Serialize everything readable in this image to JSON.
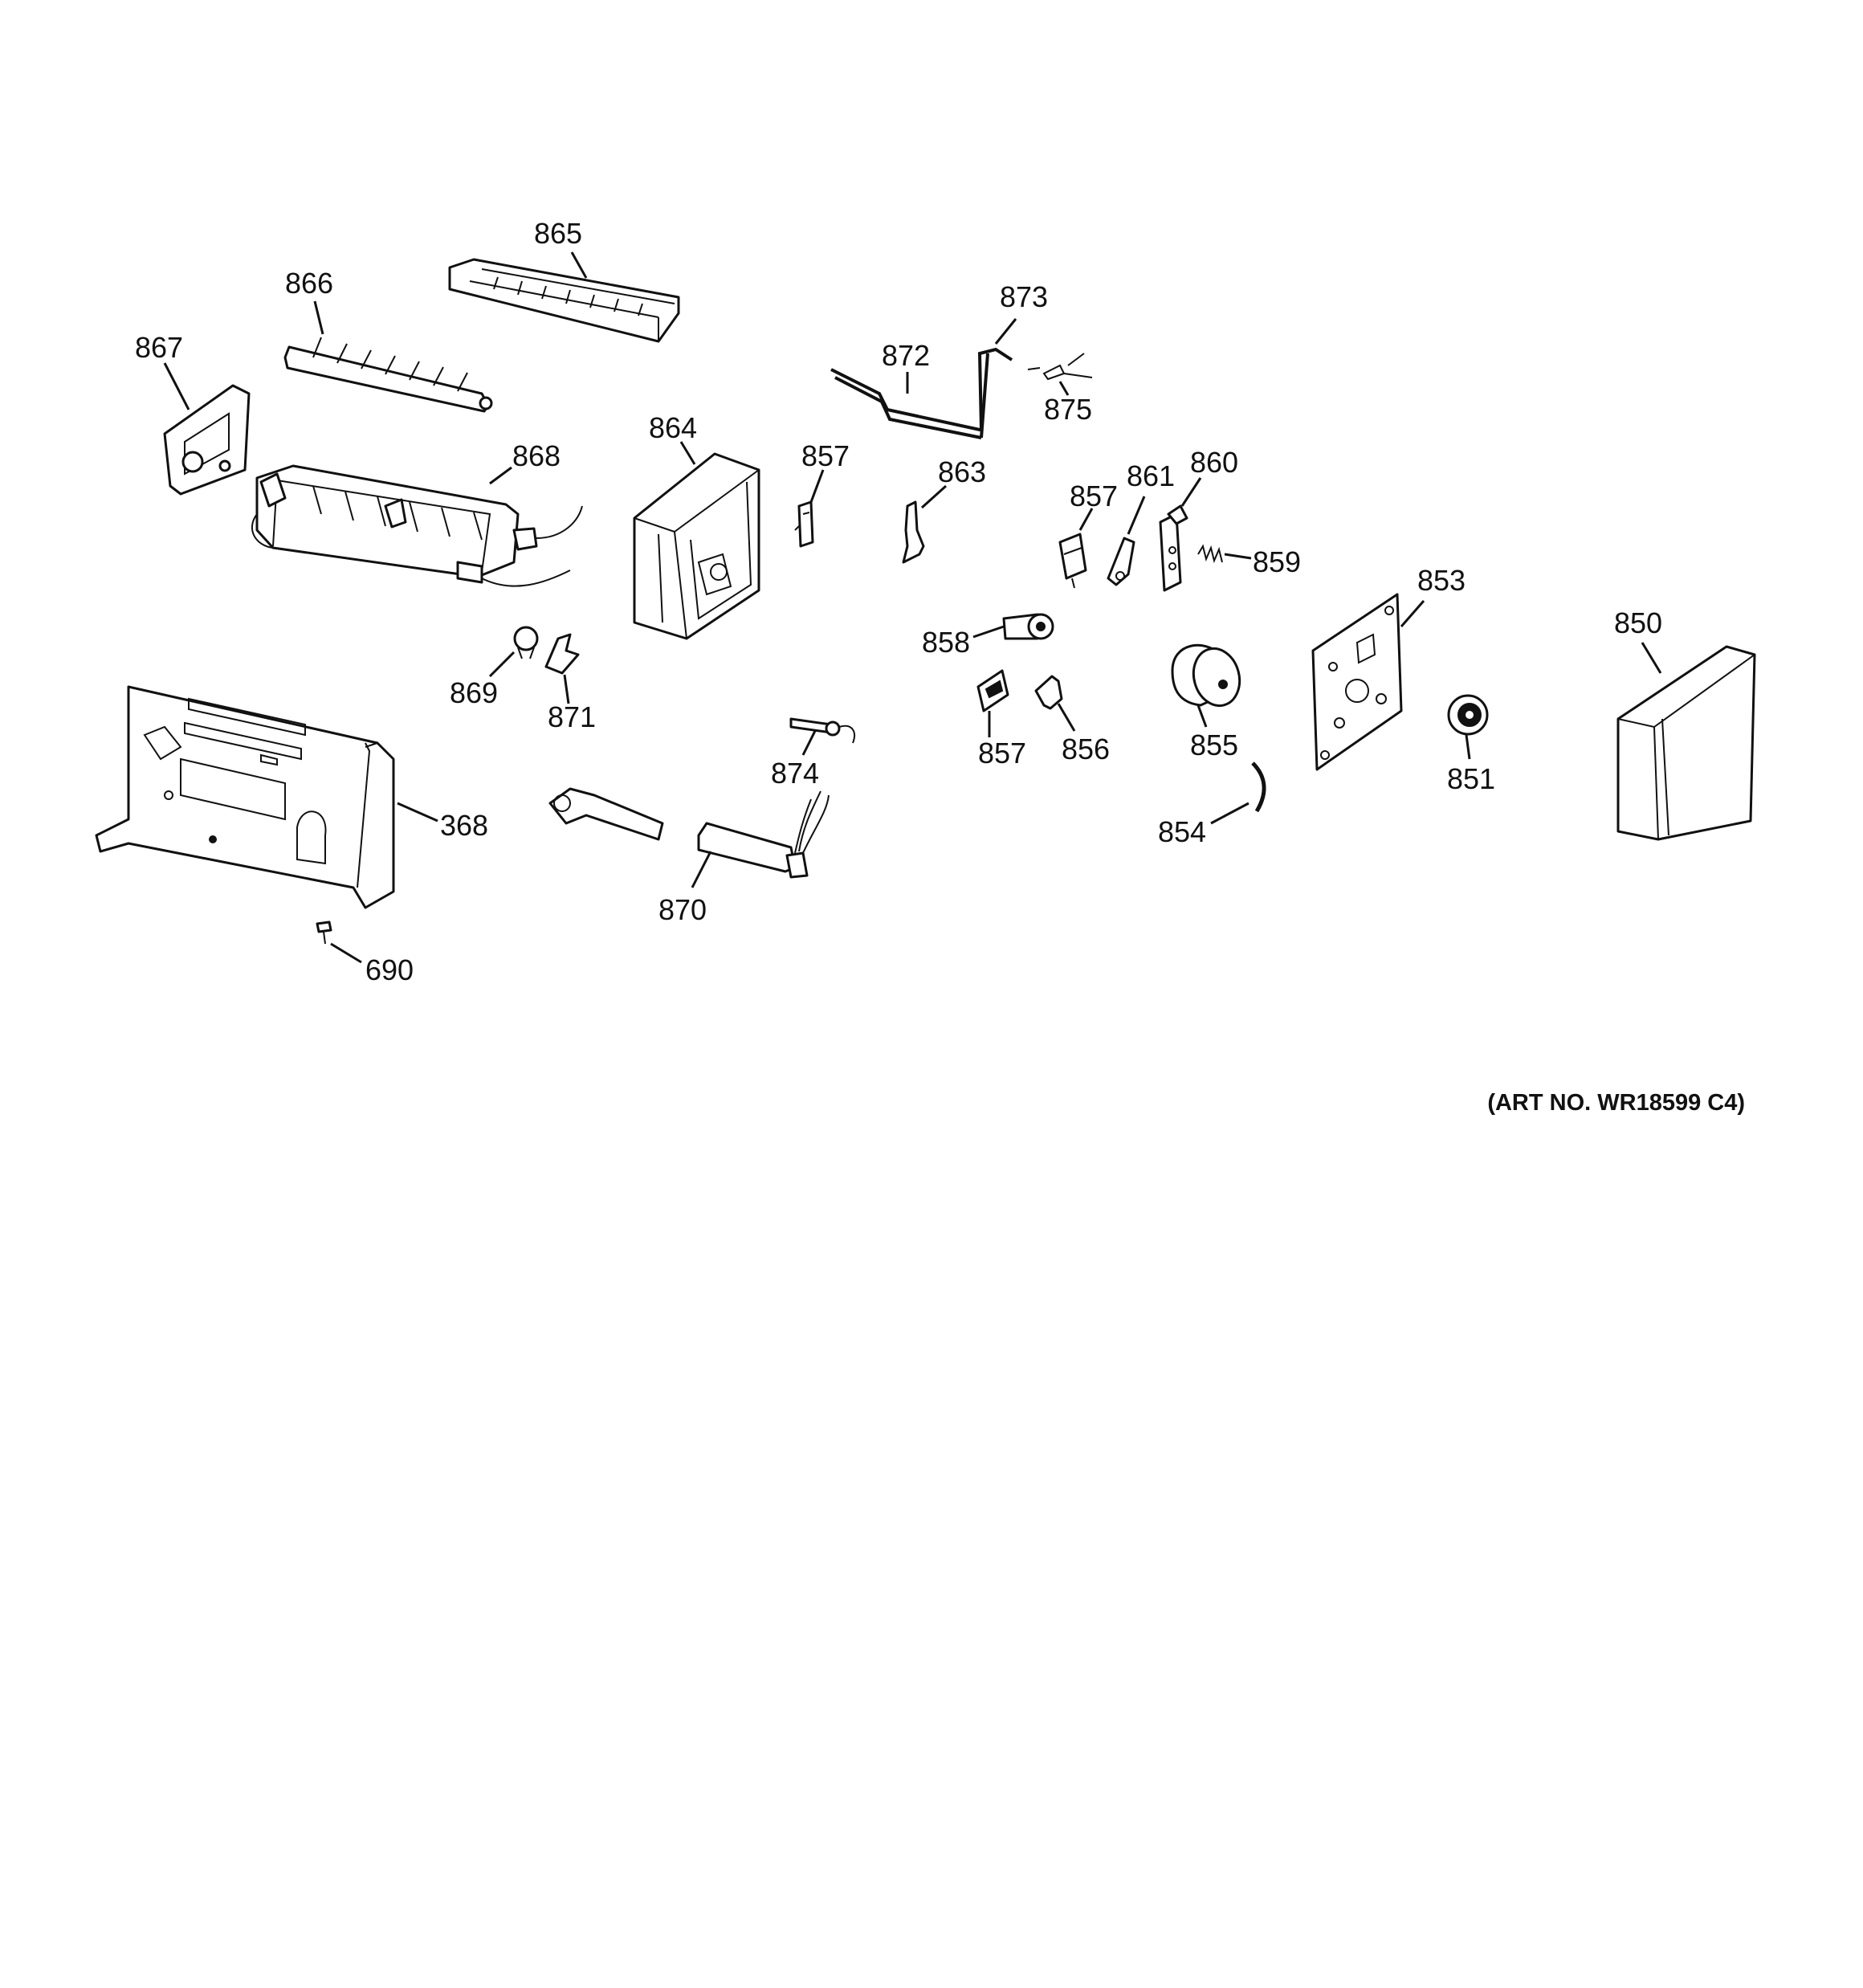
{
  "diagram": {
    "art_number": "(ART NO. WR18599 C4)",
    "parts": [
      {
        "id": "p865",
        "label": "865"
      },
      {
        "id": "p866",
        "label": "866"
      },
      {
        "id": "p867",
        "label": "867"
      },
      {
        "id": "p868",
        "label": "868"
      },
      {
        "id": "p864",
        "label": "864"
      },
      {
        "id": "p873",
        "label": "873"
      },
      {
        "id": "p872",
        "label": "872"
      },
      {
        "id": "p875",
        "label": "875"
      },
      {
        "id": "p857a",
        "label": "857"
      },
      {
        "id": "p863",
        "label": "863"
      },
      {
        "id": "p857b",
        "label": "857"
      },
      {
        "id": "p861",
        "label": "861"
      },
      {
        "id": "p860",
        "label": "860"
      },
      {
        "id": "p859",
        "label": "859"
      },
      {
        "id": "p853",
        "label": "853"
      },
      {
        "id": "p850",
        "label": "850"
      },
      {
        "id": "p858",
        "label": "858"
      },
      {
        "id": "p857c",
        "label": "857"
      },
      {
        "id": "p856",
        "label": "856"
      },
      {
        "id": "p855",
        "label": "855"
      },
      {
        "id": "p851",
        "label": "851"
      },
      {
        "id": "p854",
        "label": "854"
      },
      {
        "id": "p869",
        "label": "869"
      },
      {
        "id": "p871",
        "label": "871"
      },
      {
        "id": "p874",
        "label": "874"
      },
      {
        "id": "p368",
        "label": "368"
      },
      {
        "id": "p870",
        "label": "870"
      },
      {
        "id": "p690",
        "label": "690"
      }
    ]
  }
}
